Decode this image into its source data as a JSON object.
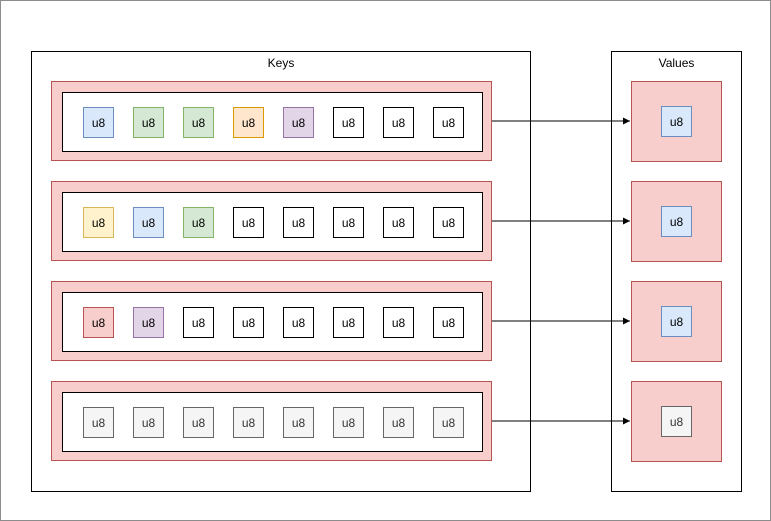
{
  "keys_panel": {
    "title": "Keys"
  },
  "values_panel": {
    "title": "Values"
  },
  "styles": {
    "entry_fill": "#f8cecc",
    "entry_stroke": "#b85450",
    "blue": {
      "fill": "#dae8fc",
      "stroke": "#6c8ebf"
    },
    "green": {
      "fill": "#d5e8d4",
      "stroke": "#82b366"
    },
    "orange": {
      "fill": "#ffe6cc",
      "stroke": "#d79b00"
    },
    "purple": {
      "fill": "#e1d5e7",
      "stroke": "#9673a6"
    },
    "yellow": {
      "fill": "#fff2cc",
      "stroke": "#d6b656"
    },
    "red": {
      "fill": "#f8cecc",
      "stroke": "#b85450"
    },
    "white": {
      "fill": "#ffffff",
      "stroke": "#000000"
    },
    "gray": {
      "fill": "#f5f5f5",
      "stroke": "#666666",
      "text": "#333333"
    }
  },
  "rows": [
    {
      "key_cells": [
        {
          "label": "u8",
          "style": "blue"
        },
        {
          "label": "u8",
          "style": "green"
        },
        {
          "label": "u8",
          "style": "green"
        },
        {
          "label": "u8",
          "style": "orange"
        },
        {
          "label": "u8",
          "style": "purple"
        },
        {
          "label": "u8",
          "style": "white"
        },
        {
          "label": "u8",
          "style": "white"
        },
        {
          "label": "u8",
          "style": "white"
        }
      ],
      "value_cell": {
        "label": "u8",
        "style": "blue"
      }
    },
    {
      "key_cells": [
        {
          "label": "u8",
          "style": "yellow"
        },
        {
          "label": "u8",
          "style": "blue"
        },
        {
          "label": "u8",
          "style": "green"
        },
        {
          "label": "u8",
          "style": "white"
        },
        {
          "label": "u8",
          "style": "white"
        },
        {
          "label": "u8",
          "style": "white"
        },
        {
          "label": "u8",
          "style": "white"
        },
        {
          "label": "u8",
          "style": "white"
        }
      ],
      "value_cell": {
        "label": "u8",
        "style": "blue"
      }
    },
    {
      "key_cells": [
        {
          "label": "u8",
          "style": "red"
        },
        {
          "label": "u8",
          "style": "purple"
        },
        {
          "label": "u8",
          "style": "white"
        },
        {
          "label": "u8",
          "style": "white"
        },
        {
          "label": "u8",
          "style": "white"
        },
        {
          "label": "u8",
          "style": "white"
        },
        {
          "label": "u8",
          "style": "white"
        },
        {
          "label": "u8",
          "style": "white"
        }
      ],
      "value_cell": {
        "label": "u8",
        "style": "blue"
      }
    },
    {
      "key_cells": [
        {
          "label": "u8",
          "style": "gray"
        },
        {
          "label": "u8",
          "style": "gray"
        },
        {
          "label": "u8",
          "style": "gray"
        },
        {
          "label": "u8",
          "style": "gray"
        },
        {
          "label": "u8",
          "style": "gray"
        },
        {
          "label": "u8",
          "style": "gray"
        },
        {
          "label": "u8",
          "style": "gray"
        },
        {
          "label": "u8",
          "style": "gray"
        }
      ],
      "value_cell": {
        "label": "u8",
        "style": "gray"
      }
    }
  ]
}
